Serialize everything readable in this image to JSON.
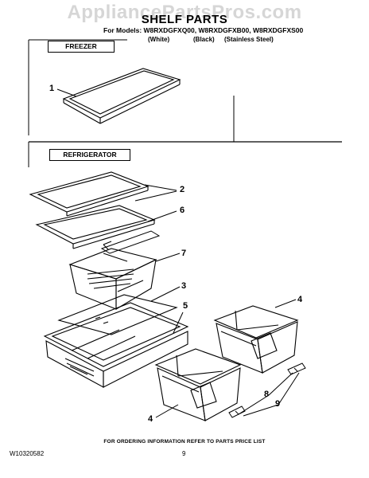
{
  "watermark": "AppliancePartsPros.com",
  "title": "SHELF PARTS",
  "models": "For Models: W8RXDGFXQ00, W8RXDGFXB00, W8RXDGFXS00",
  "colors": {
    "white": "(White)",
    "black": "(Black)",
    "stainless": "(Stainless Steel)"
  },
  "sections": {
    "freezer": "FREEZER",
    "refrigerator": "REFRIGERATOR"
  },
  "callouts": {
    "c1": "1",
    "c2": "2",
    "c6": "6",
    "c7": "7",
    "c3": "3",
    "c5": "5",
    "c4a": "4",
    "c4b": "4",
    "c8": "8",
    "c9": "9"
  },
  "footer": {
    "ordering_info": "FOR ORDERING INFORMATION REFER TO PARTS PRICE LIST",
    "part_number": "W10320582",
    "page_number": "9"
  },
  "colors_hex": {
    "line": "#000000",
    "watermark": "#d6d6d6",
    "background": "#ffffff"
  }
}
